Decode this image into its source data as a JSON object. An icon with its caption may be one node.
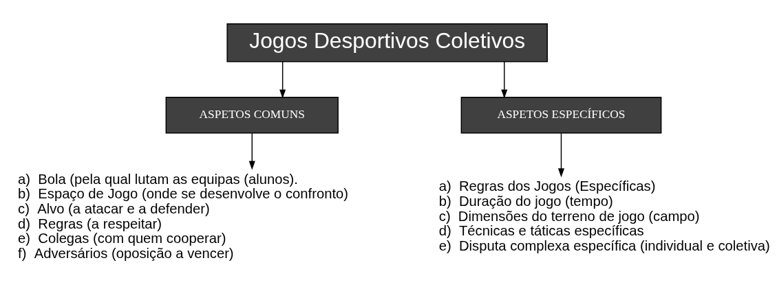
{
  "diagram": {
    "nodes": [
      {
        "text": [
          "Jogos Desportivos Coletivos"
        ]
      },
      {
        "text": [
          "ASPETOS COMUNS"
        ]
      },
      {
        "text": [
          "ASPETOS ESPECÍFICOS"
        ]
      },
      {
        "text": [
          "a)  Bola (pela qual lutam as equipas (alunos).",
          "b)  Espaço de Jogo (onde se desenvolve o confronto)",
          "c)  Alvo (a atacar e a defender)",
          "d)  Regras (a respeitar)",
          "e)  Colegas (com quem cooperar)",
          "f)  Adversários (oposição a vencer)"
        ]
      },
      {
        "text": [
          "a)  Regras dos Jogos (Específicas)",
          "b)  Duração do jogo (tempo)",
          "c)  Dimensões do terreno de jogo (campo)",
          "d)  Técnicas e táticas específicas",
          "e)  Disputa complexa específica (individual e coletiva)"
        ]
      }
    ],
    "edges": [
      {
        "from": 0,
        "to": 1,
        "arrow": "to"
      },
      {
        "from": 0,
        "to": 2,
        "arrow": "to"
      },
      {
        "from": 1,
        "to": 3,
        "arrow": "to"
      },
      {
        "from": 2,
        "to": 4,
        "arrow": "to"
      }
    ]
  }
}
